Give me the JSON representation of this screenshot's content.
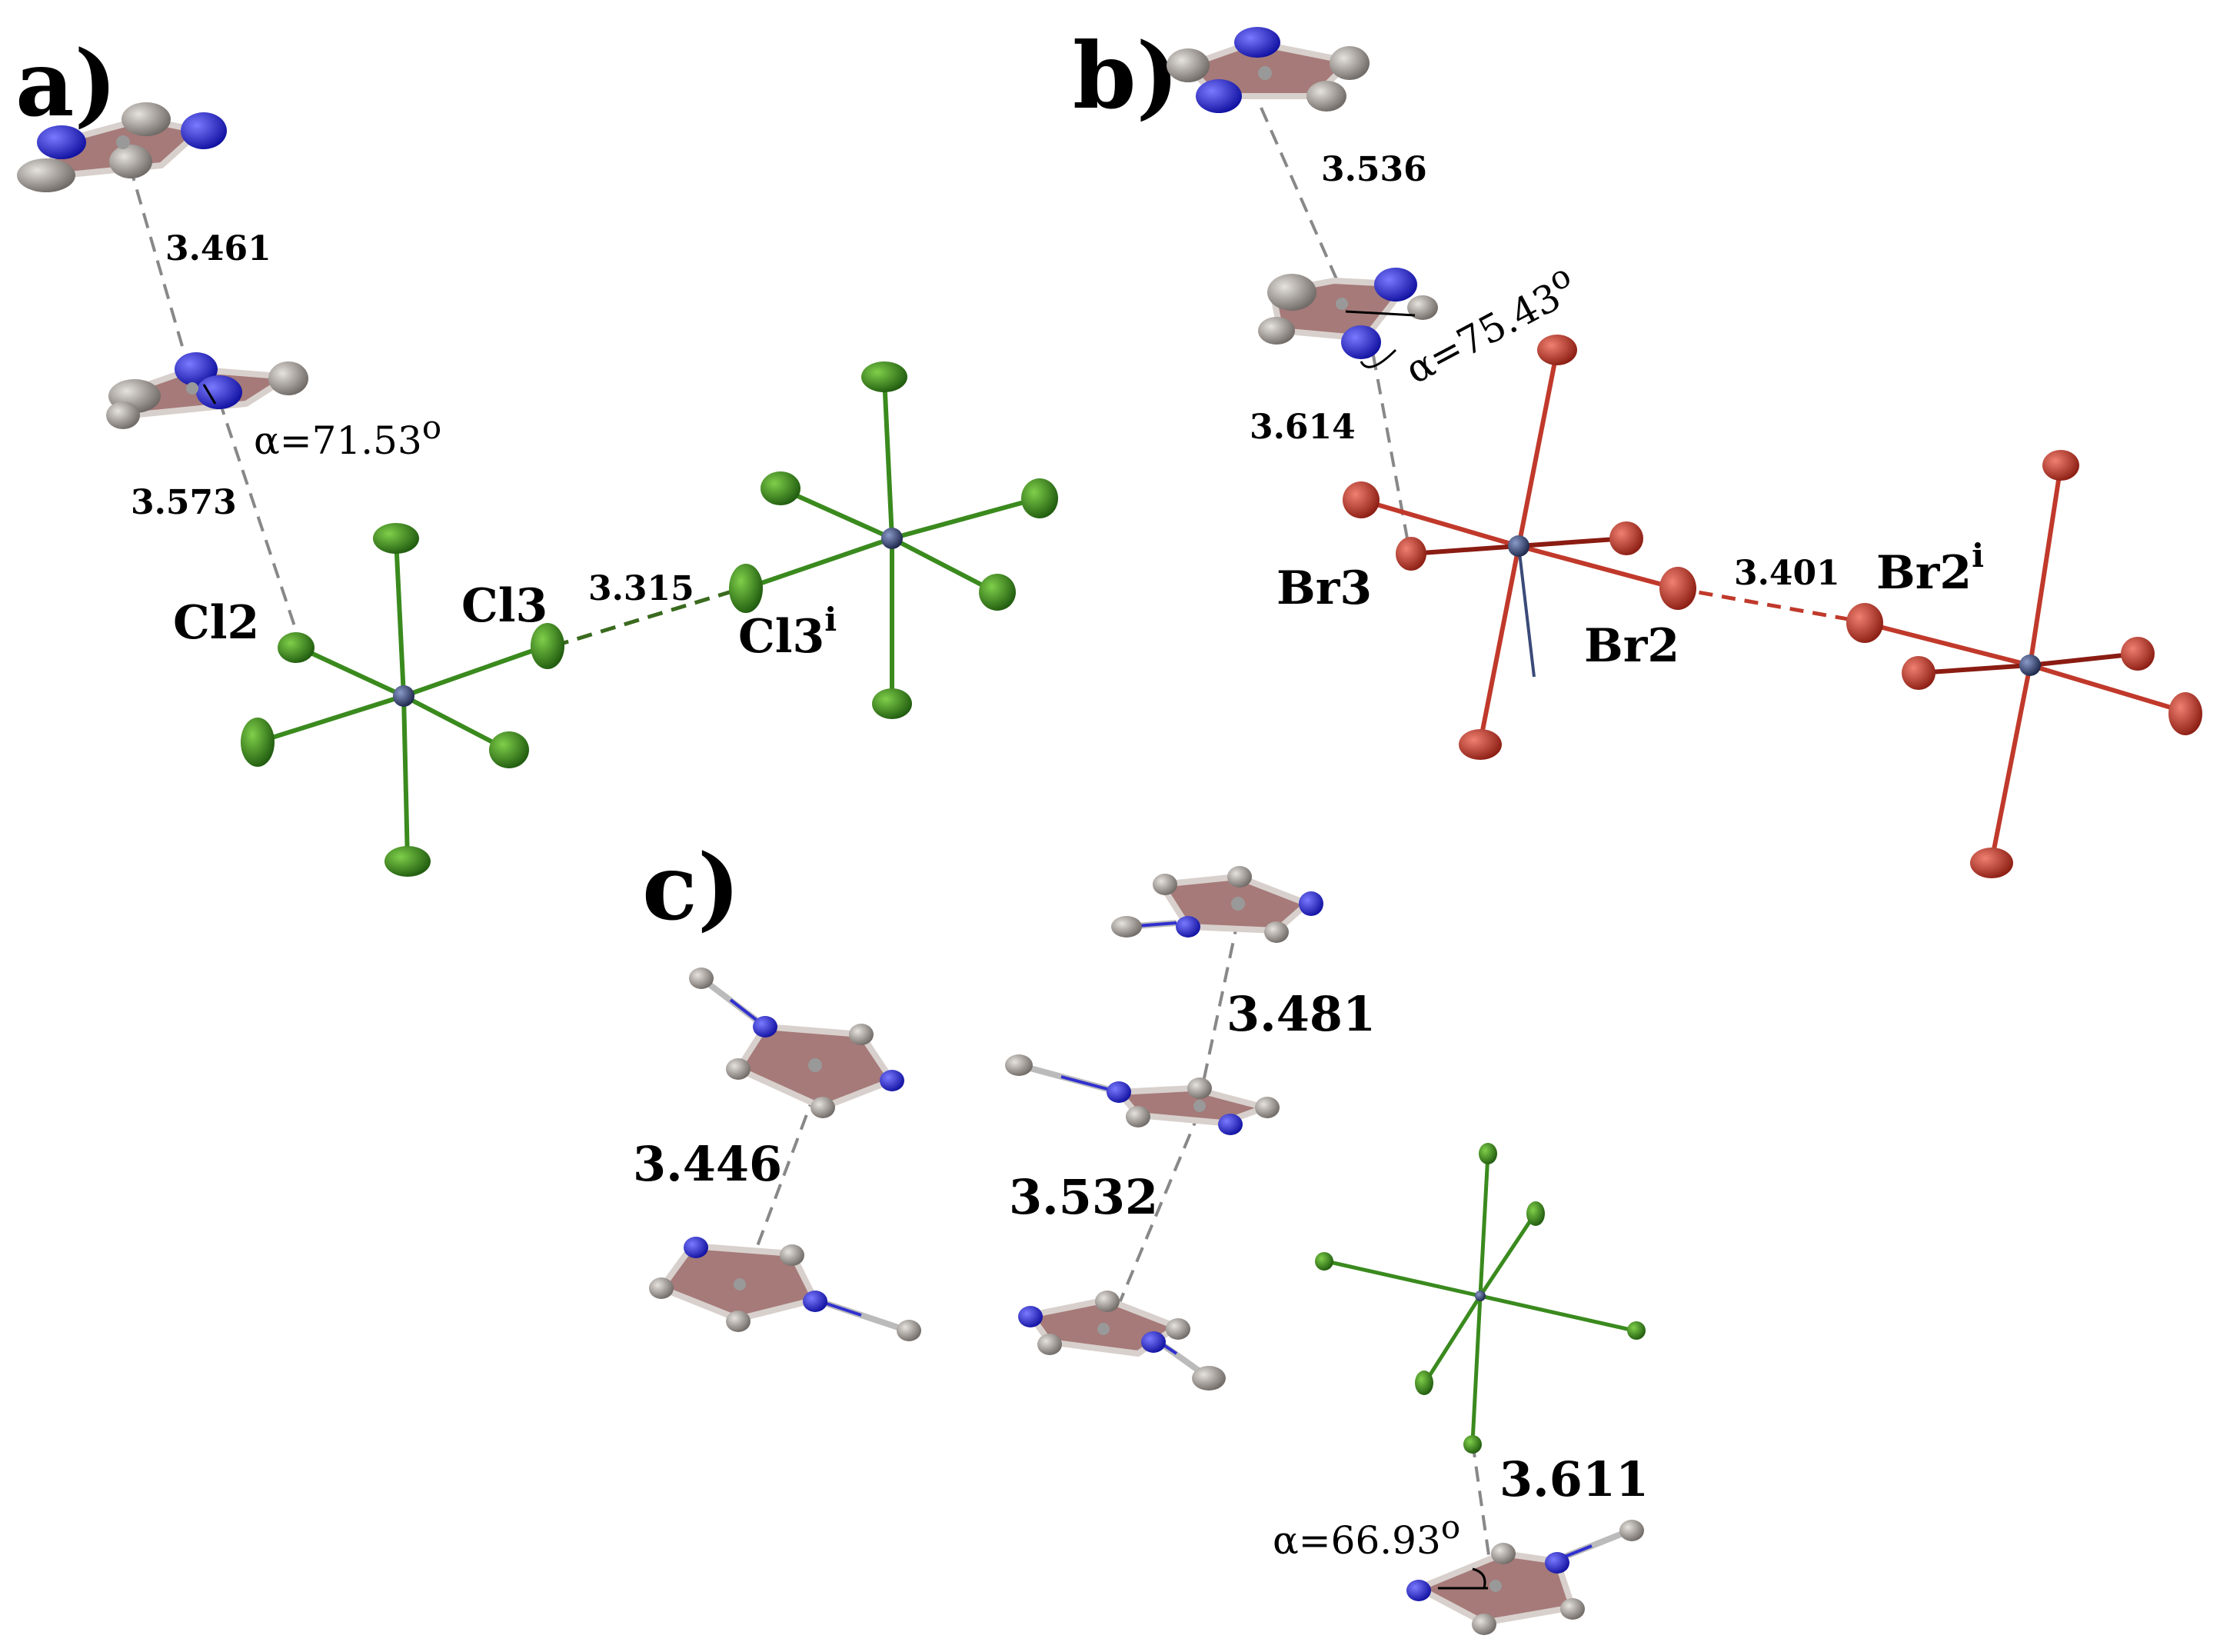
{
  "panels": {
    "a": {
      "letter": "a)",
      "distances": [
        "3.461",
        "3.573",
        "3.315"
      ],
      "angle": {
        "symbol": "α",
        "value": "=71.53",
        "degree": "o"
      },
      "labels": {
        "cl2": "Cl2",
        "cl3": "Cl3",
        "cl3i_base": "Cl3",
        "cl3i_sup": "i"
      }
    },
    "b": {
      "letter": "b)",
      "distances": [
        "3.536",
        "3.614",
        "3.401"
      ],
      "angle": {
        "symbol": "α",
        "value": "=75.43",
        "degree": "o"
      },
      "labels": {
        "br3": "Br3",
        "br2": "Br2",
        "br2i_base": "Br2",
        "br2i_sup": "i"
      }
    },
    "c": {
      "letter": "c)",
      "distances": [
        "3.481",
        "3.446",
        "3.532",
        "3.611"
      ],
      "angle": {
        "symbol": "α",
        "value": "=66.93",
        "degree": "o"
      }
    }
  },
  "colors": {
    "carbon": "#9a9490",
    "nitrogen": "#2a2ae0",
    "ring_fill": "#a57a78",
    "chlorine": "#3a8a1e",
    "bromine": "#c0392b",
    "metal": "#3a4a78",
    "contact_gray": "#888888",
    "contact_green": "#3a6a1e",
    "contact_red": "#c0392b"
  }
}
